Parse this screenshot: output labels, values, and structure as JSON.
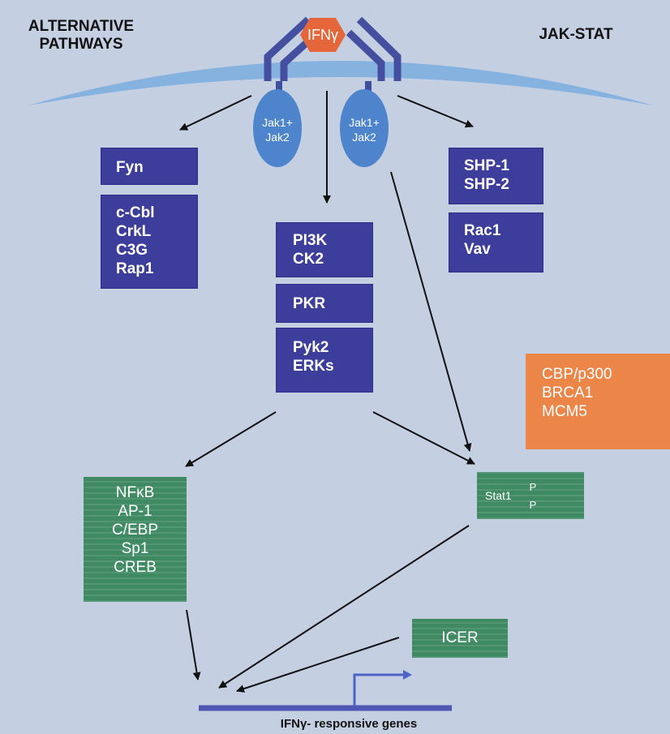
{
  "labels": {
    "alternative": [
      "ALTERNATIVE",
      "PATHWAYS"
    ],
    "jakstat": "JAK-STAT",
    "ifng": "IFNγ",
    "genes": "IFNγ- responsive genes"
  },
  "receptors": {
    "left": [
      "Jak1+",
      "Jak2"
    ],
    "right": [
      "Jak1+",
      "Jak2"
    ]
  },
  "boxes": {
    "fyn": [
      "Fyn"
    ],
    "cbl": [
      "c-Cbl",
      "CrkL",
      "C3G",
      "Rap1"
    ],
    "pi3k": [
      "PI3K",
      "CK2"
    ],
    "pkr": [
      "PKR"
    ],
    "pyk2": [
      "Pyk2",
      "ERKs"
    ],
    "shp": [
      "SHP-1",
      "SHP-2"
    ],
    "rac": [
      "Rac1",
      "Vav"
    ],
    "cbp": [
      "CBP/p300",
      "BRCA1",
      "MCM5"
    ],
    "nfkb": [
      "NFκB",
      "AP-1",
      "C/EBP",
      "Sp1",
      "CREB"
    ],
    "stat1": "Stat1",
    "phospho": [
      "P",
      "P"
    ],
    "icer": "ICER"
  },
  "colors": {
    "blue_box": "#3d3d9c",
    "green_box": "#3f8a63",
    "orange_box": "#ec8548",
    "receptor": "#4d84cc",
    "background": "#c4cfe2"
  }
}
